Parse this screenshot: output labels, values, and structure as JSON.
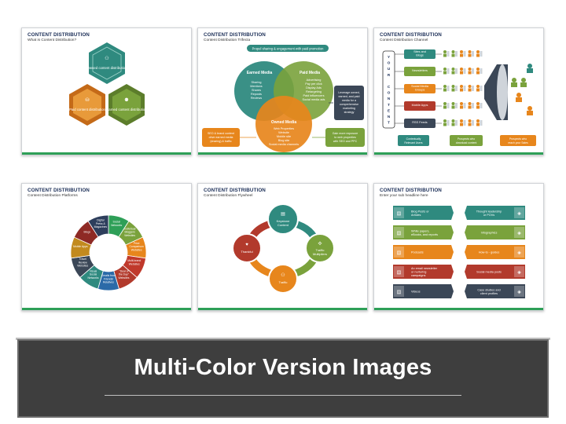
{
  "slides": [
    {
      "title": "CONTENT DISTRIBUTION",
      "subtitle": "What is Content Distribution?",
      "hexagons": [
        "Owned content distribution",
        "Paid content distribution",
        "Earned content distribution"
      ]
    },
    {
      "title": "CONTENT DISTRIBUTION",
      "subtitle": "Content Distribution Trifecta",
      "top_banner": "Propel sharing & engagement with paid promotion",
      "earned": {
        "title": "Earned Media",
        "items": [
          "Sharing",
          "Mentions",
          "Shares",
          "Reposts",
          "Reviews"
        ]
      },
      "paid": {
        "title": "Paid Media",
        "items": [
          "Advertising",
          "Pay per click",
          "Display Ads",
          "Retargeting",
          "Paid influencers",
          "Social media ads"
        ]
      },
      "owned": {
        "title": "Owned Media",
        "items": [
          "Web Properties",
          "Website",
          "Mobile site",
          "Blog site",
          "Social media channels"
        ]
      },
      "right_box": "Leverage owned, earned, and paid media for a comprehensive marketing strategy",
      "left_box": "SEO & brand content drive earned media (sharing) & traffic",
      "bottom_right_box": "Gain more exposure to web properties with SEO and PPC"
    },
    {
      "title": "CONTENT DISTRIBUTION",
      "subtitle": "Content Distribution Channel",
      "vertical_label": [
        "Y",
        "O",
        "U",
        "R",
        "",
        "C",
        "O",
        "N",
        "T",
        "E",
        "N",
        "T"
      ],
      "channels": [
        "Sites and Blogs",
        "Newsletters",
        "Social Media Groups",
        "Mobile Apps",
        "RSS Feeds"
      ],
      "bottom_labels": [
        "Contextually Relevant Users",
        "Prospects who download content",
        "Prospects who reach your Sales"
      ]
    },
    {
      "title": "CONTENT DISTRIBUTION",
      "subtitle": "Content Distribution Platforms",
      "segments": [
        {
          "n": "1",
          "label": "Social Networks"
        },
        {
          "n": "2",
          "label": "Individual Bloggers Websites"
        },
        {
          "n": "3",
          "label": "Price Comparison Websites"
        },
        {
          "n": "4",
          "label": "Multi-brand Websites"
        },
        {
          "n": "5",
          "label": "\"Deal of the Day\" Websites"
        },
        {
          "n": "6",
          "label": "Emails from Friends/ Relatives"
        },
        {
          "n": "7",
          "label": "Visual Social Networks"
        },
        {
          "n": "8",
          "label": "Travel Review Websites"
        },
        {
          "n": "9",
          "label": "Mobile Apps"
        },
        {
          "n": "10",
          "label": "Blogs"
        },
        {
          "n": "11",
          "label": "Digital Press & Magazines"
        }
      ]
    },
    {
      "title": "CONTENT DISTRIBUTION",
      "subtitle": "Content Distribution Flywheel",
      "nodes": [
        "Keystone Content",
        "Traffic Multipliers",
        "Traffic",
        "Thankful"
      ]
    },
    {
      "title": "CONTENT DISTRIBUTION",
      "subtitle": "Enter your sub headline here",
      "left_items": [
        "Blog Posts or Articles",
        "White papers, eBooks, and reports",
        "Podcasts",
        "An email newsletter or nurturing campaigns",
        "Videos"
      ],
      "right_items": [
        "Thought leadership or POVs",
        "Infographics",
        "How-to - guides",
        "Social media posts",
        "Case studies and client profiles"
      ]
    }
  ],
  "banner": {
    "title": "Multi-Color Version Images"
  },
  "colors": {
    "navy": "#1b2e57",
    "green": "#7aa23c",
    "orange": "#e7861c",
    "red": "#b23a2c",
    "darkred": "#8e2a25",
    "slate": "#3b4757",
    "teal": "#2f8a7f",
    "blue": "#2b6aa8",
    "accent": "#2e9f57"
  }
}
